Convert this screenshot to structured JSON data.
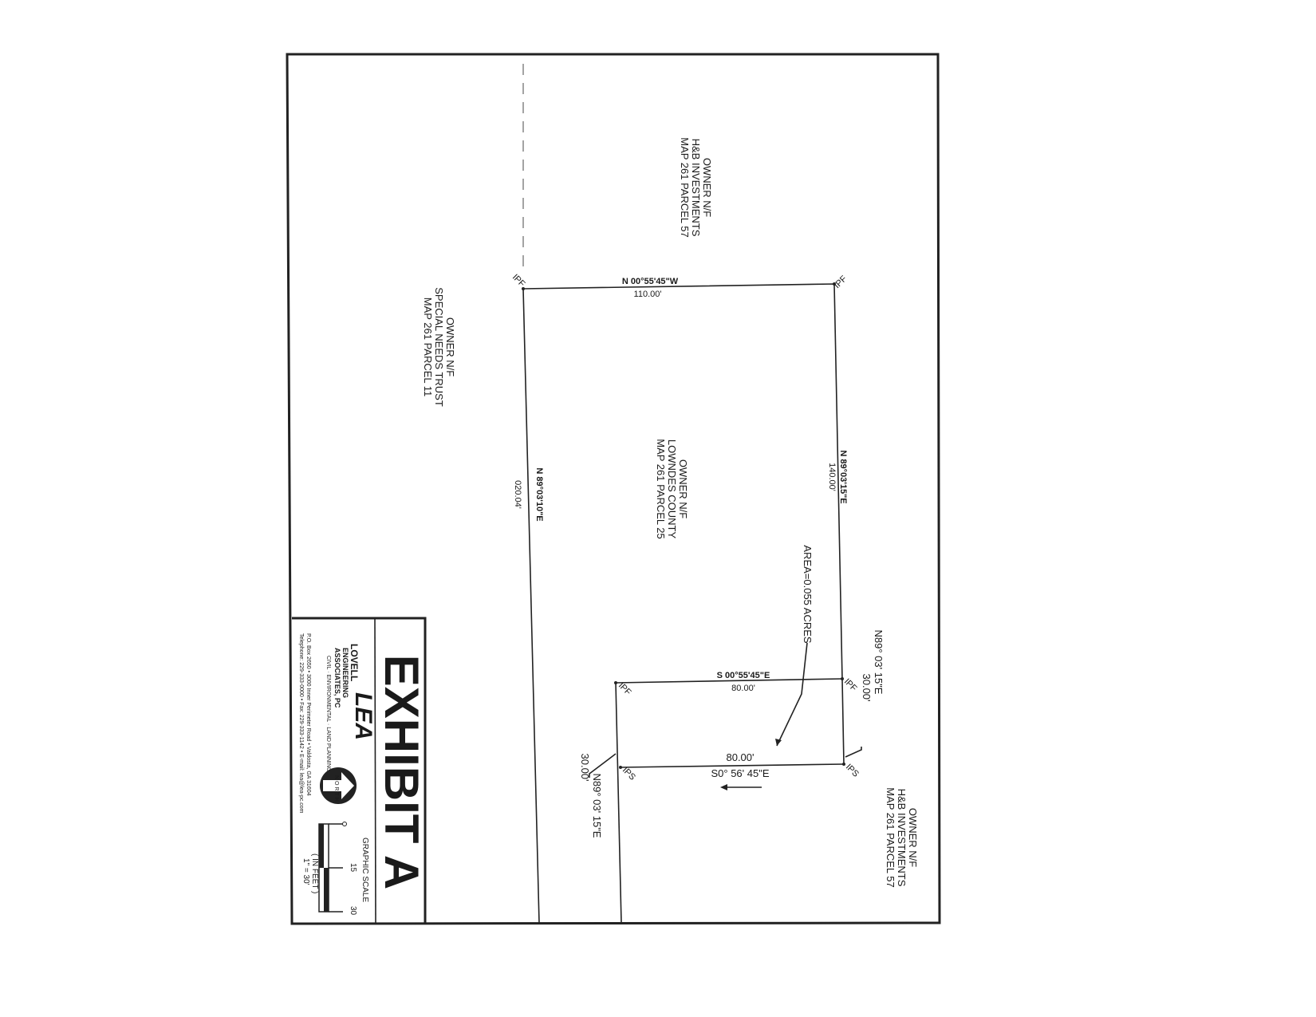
{
  "title": "EXHIBIT A",
  "parcels": {
    "north": [
      "OWNER N/F",
      "H&B INVESTMENTS",
      "MAP 261 PARCEL 57"
    ],
    "west": [
      "OWNER N/F",
      "SPECIAL NEEDS TRUST",
      "MAP 261 PARCEL 11"
    ],
    "center": [
      "OWNER N/F",
      "LOWNDES COUNTY",
      "MAP 261 PARCEL 25"
    ],
    "east": [
      "OWNER N/F",
      "H&B INVESTMENTS",
      "MAP 261 PARCEL 57"
    ]
  },
  "lines": {
    "top_bearing": "N 00°55'45\"W",
    "top_distance": "110.00'",
    "right_bearing": "N 89°03'15\"E",
    "right_distance": "140.00'",
    "left_bearing": "N 89°03'10\"E",
    "left_distance": "020.04'",
    "small_top_bearing": "S 00°55'45\"E",
    "small_top_distance": "80.00'",
    "small_bottom_distance": "80.00'",
    "small_bottom_bearing": "S0° 56' 45\"E",
    "small_right_bearing": "N89° 03' 15\"E",
    "small_right_distance": "30.00'",
    "small_left_bearing": "N89° 03' 15\"E",
    "small_left_distance": "30.00'"
  },
  "area": "AREA=0.055 ACRES",
  "monuments": [
    "IPF",
    "IPF",
    "IPF",
    "IPF",
    "IPS",
    "IPS"
  ],
  "title_block": {
    "company_1": "LOVELL",
    "company_2": "ENGINEERING",
    "company_3": "ASSOCIATES, PC",
    "services": "CIVIL · ENVIRONMENTAL · LAND PLANNING",
    "logo": "LEA",
    "address": "P.O. Box 2650 • 3000 Inner Perimeter Road • Valdosta, GA 31604",
    "contact": "Telephone: 229-333-0000 • Fax: 229-333-1142 • E-mail: lea@lea-pc.com",
    "north_letters": "NORTH",
    "scale_title": "GRAPHIC SCALE",
    "scale_ticks": [
      "0",
      "15",
      "30"
    ],
    "scale_units": "( IN FEET )",
    "scale_ratio": "1\" = 30'"
  }
}
